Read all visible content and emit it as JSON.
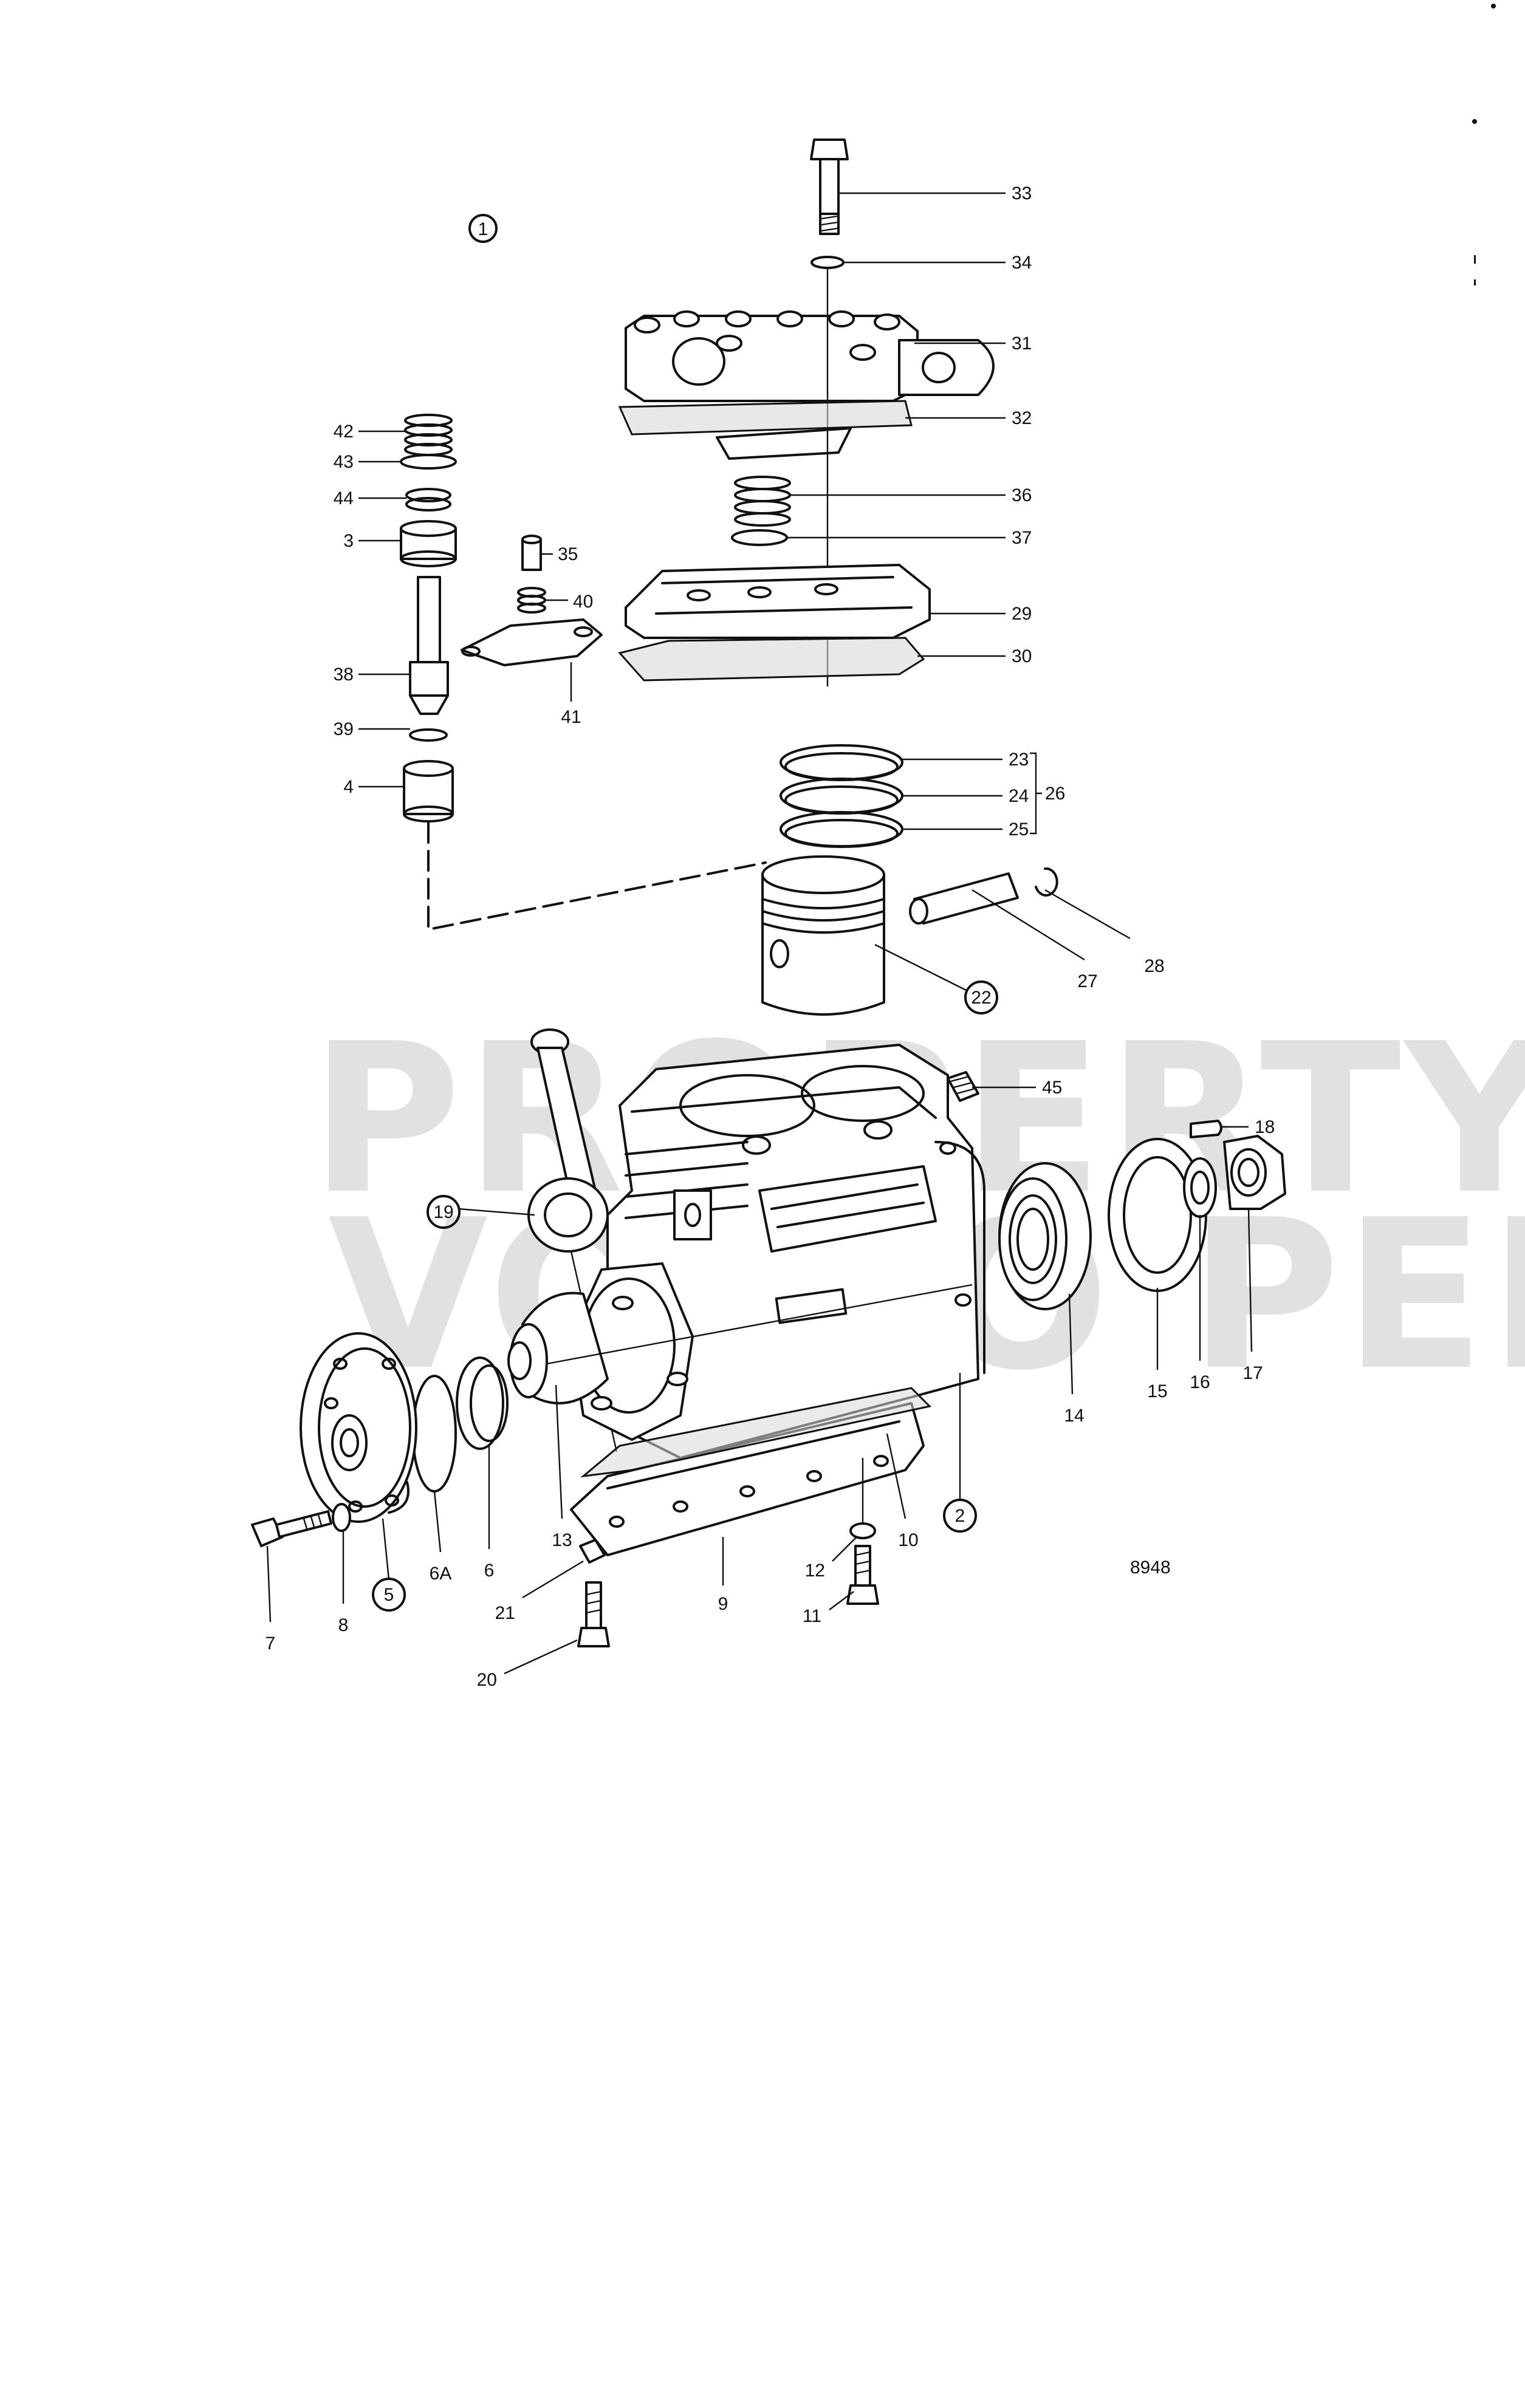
{
  "figure": {
    "group_label": "1",
    "drawing_number": "8948",
    "watermark_line1": "PROPERTY OF",
    "watermark_line2": "VOLVO PENTA",
    "bracket_label": "26"
  },
  "callouts": [
    {
      "id": "33",
      "circled": false
    },
    {
      "id": "34",
      "circled": false
    },
    {
      "id": "31",
      "circled": false
    },
    {
      "id": "32",
      "circled": false
    },
    {
      "id": "36",
      "circled": false
    },
    {
      "id": "37",
      "circled": false
    },
    {
      "id": "29",
      "circled": false
    },
    {
      "id": "30",
      "circled": false
    },
    {
      "id": "42",
      "circled": false
    },
    {
      "id": "43",
      "circled": false
    },
    {
      "id": "44",
      "circled": false
    },
    {
      "id": "3",
      "circled": false
    },
    {
      "id": "35",
      "circled": false
    },
    {
      "id": "40",
      "circled": false
    },
    {
      "id": "38",
      "circled": false
    },
    {
      "id": "41",
      "circled": false
    },
    {
      "id": "39",
      "circled": false
    },
    {
      "id": "4",
      "circled": false
    },
    {
      "id": "23",
      "circled": false
    },
    {
      "id": "24",
      "circled": false
    },
    {
      "id": "25",
      "circled": false
    },
    {
      "id": "27",
      "circled": false
    },
    {
      "id": "28",
      "circled": false
    },
    {
      "id": "22",
      "circled": true
    },
    {
      "id": "45",
      "circled": false
    },
    {
      "id": "18",
      "circled": false
    },
    {
      "id": "19",
      "circled": true
    },
    {
      "id": "14",
      "circled": false
    },
    {
      "id": "15",
      "circled": false
    },
    {
      "id": "16",
      "circled": false
    },
    {
      "id": "17",
      "circled": false
    },
    {
      "id": "2",
      "circled": true
    },
    {
      "id": "10",
      "circled": false
    },
    {
      "id": "13",
      "circled": false
    },
    {
      "id": "6",
      "circled": false
    },
    {
      "id": "6A",
      "circled": false
    },
    {
      "id": "5",
      "circled": true
    },
    {
      "id": "8",
      "circled": false
    },
    {
      "id": "7",
      "circled": false
    },
    {
      "id": "21",
      "circled": false
    },
    {
      "id": "9",
      "circled": false
    },
    {
      "id": "12",
      "circled": false
    },
    {
      "id": "11",
      "circled": false
    },
    {
      "id": "20",
      "circled": false
    }
  ]
}
